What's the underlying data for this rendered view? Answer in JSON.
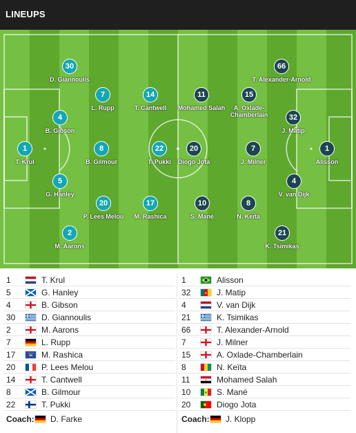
{
  "header": {
    "title": "LINEUPS"
  },
  "colors": {
    "home": "#14a6b3",
    "away": "#1d4550",
    "pitch_light": "#75c043",
    "pitch_dark": "#5ea82e"
  },
  "pitch": {
    "home": [
      {
        "num": "1",
        "name": "T. Krul"
      },
      {
        "num": "30",
        "name": "D. Giannoulis"
      },
      {
        "num": "4",
        "name": "B. Gibson"
      },
      {
        "num": "5",
        "name": "G. Hanley"
      },
      {
        "num": "2",
        "name": "M. Aarons"
      },
      {
        "num": "7",
        "name": "L. Rupp"
      },
      {
        "num": "8",
        "name": "B. Gilmour"
      },
      {
        "num": "20",
        "name": "P. Lees Melou"
      },
      {
        "num": "14",
        "name": "T. Cantwell"
      },
      {
        "num": "22",
        "name": "T. Pukki"
      },
      {
        "num": "17",
        "name": "M. Rashica"
      }
    ],
    "away": [
      {
        "num": "1",
        "name": "Alisson"
      },
      {
        "num": "66",
        "name": "T. Alexander-Arnold"
      },
      {
        "num": "32",
        "name": "J. Matip"
      },
      {
        "num": "4",
        "name": "V. van Dijk"
      },
      {
        "num": "21",
        "name": "K. Tsimikas"
      },
      {
        "num": "15",
        "name": "A. Oxlade-Chamberlain"
      },
      {
        "num": "7",
        "name": "J. Milner"
      },
      {
        "num": "8",
        "name": "N. Keïta"
      },
      {
        "num": "11",
        "name": "Mohamed Salah"
      },
      {
        "num": "20",
        "name": "Diogo Jota"
      },
      {
        "num": "10",
        "name": "S. Mané"
      }
    ]
  },
  "lists": {
    "home": {
      "players": [
        {
          "num": "1",
          "flag": "netherlands-flag",
          "name": "T. Krul"
        },
        {
          "num": "5",
          "flag": "scotland-flag",
          "name": "G. Hanley"
        },
        {
          "num": "4",
          "flag": "england-flag",
          "name": "B. Gibson"
        },
        {
          "num": "30",
          "flag": "greece-flag",
          "name": "D. Giannoulis"
        },
        {
          "num": "2",
          "flag": "england-flag",
          "name": "M. Aarons"
        },
        {
          "num": "7",
          "flag": "germany-flag",
          "name": "L. Rupp"
        },
        {
          "num": "17",
          "flag": "kosovo-flag",
          "name": "M. Rashica"
        },
        {
          "num": "20",
          "flag": "france-flag",
          "name": "P. Lees Melou"
        },
        {
          "num": "14",
          "flag": "england-flag",
          "name": "T. Cantwell"
        },
        {
          "num": "8",
          "flag": "scotland-flag",
          "name": "B. Gilmour"
        },
        {
          "num": "22",
          "flag": "finland-flag",
          "name": "T. Pukki"
        }
      ],
      "coach_label": "Coach:",
      "coach_flag": "germany-flag",
      "coach_name": "D. Farke"
    },
    "away": {
      "players": [
        {
          "num": "1",
          "flag": "brazil-flag",
          "name": "Alisson"
        },
        {
          "num": "32",
          "flag": "cameroon-flag",
          "name": "J. Matip"
        },
        {
          "num": "4",
          "flag": "netherlands-flag",
          "name": "V. van Dijk"
        },
        {
          "num": "21",
          "flag": "greece-flag",
          "name": "K. Tsimikas"
        },
        {
          "num": "66",
          "flag": "england-flag",
          "name": "T. Alexander-Arnold"
        },
        {
          "num": "7",
          "flag": "england-flag",
          "name": "J. Milner"
        },
        {
          "num": "15",
          "flag": "england-flag",
          "name": "A. Oxlade-Chamberlain"
        },
        {
          "num": "8",
          "flag": "guinea-flag",
          "name": "N. Keïta"
        },
        {
          "num": "11",
          "flag": "egypt-flag",
          "name": "Mohamed Salah"
        },
        {
          "num": "10",
          "flag": "senegal-flag",
          "name": "S. Mané"
        },
        {
          "num": "20",
          "flag": "portugal-flag",
          "name": "Diogo Jota"
        }
      ],
      "coach_label": "Coach:",
      "coach_flag": "germany-flag",
      "coach_name": "J. Klopp"
    }
  }
}
